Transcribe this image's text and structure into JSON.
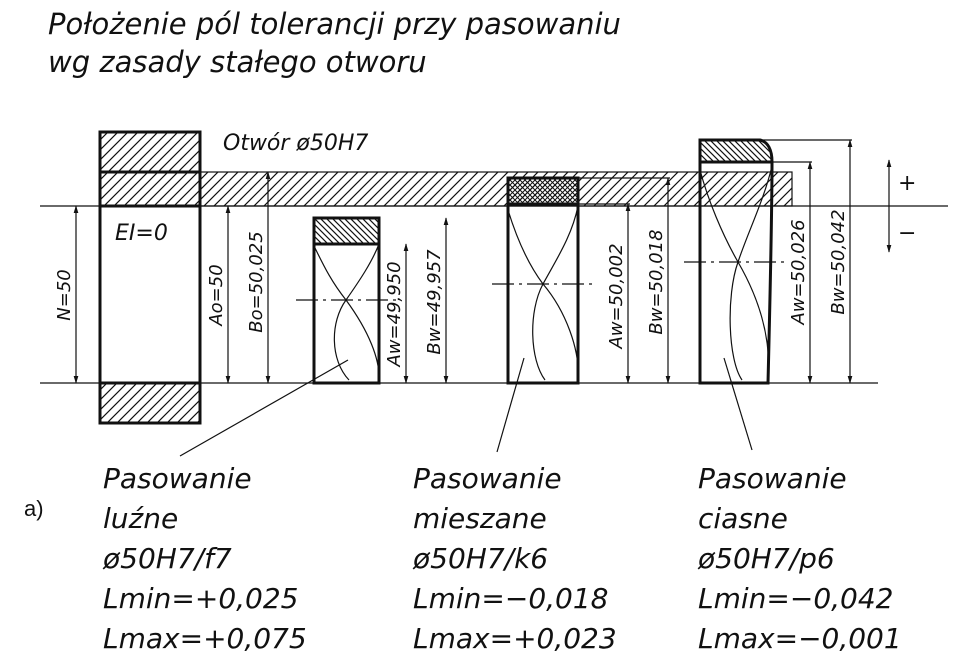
{
  "title": {
    "line1": "Położenie pól tolerancji przy pasowaniu",
    "line2": "wg zasady stałego otworu"
  },
  "hole": {
    "label": "Otwór ø50H7",
    "ei": "EI=0",
    "nominal": "N=50",
    "ao": "Ao=50",
    "bo": "Bo=50,025"
  },
  "sign_plus": "+",
  "sign_minus": "−",
  "sub_label": "a)",
  "fits": [
    {
      "aw": "Aw=49,950",
      "bw": "Bw=49,957",
      "lines": [
        "Pasowanie",
        "luźne",
        "ø50H7/f7",
        "Lmin=+0,025",
        "Lmax=+0,075"
      ]
    },
    {
      "aw": "Aw=50,002",
      "bw": "Bw=50,018",
      "lines": [
        "Pasowanie",
        "mieszane",
        "ø50H7/k6",
        "Lmin=−0,018",
        "Lmax=+0,023"
      ]
    },
    {
      "aw": "Aw=50,026",
      "bw": "Bw=50,042",
      "lines": [
        "Pasowanie",
        "ciasne",
        "ø50H7/p6",
        "Lmin=−0,042",
        "Lmax=−0,001"
      ]
    }
  ]
}
